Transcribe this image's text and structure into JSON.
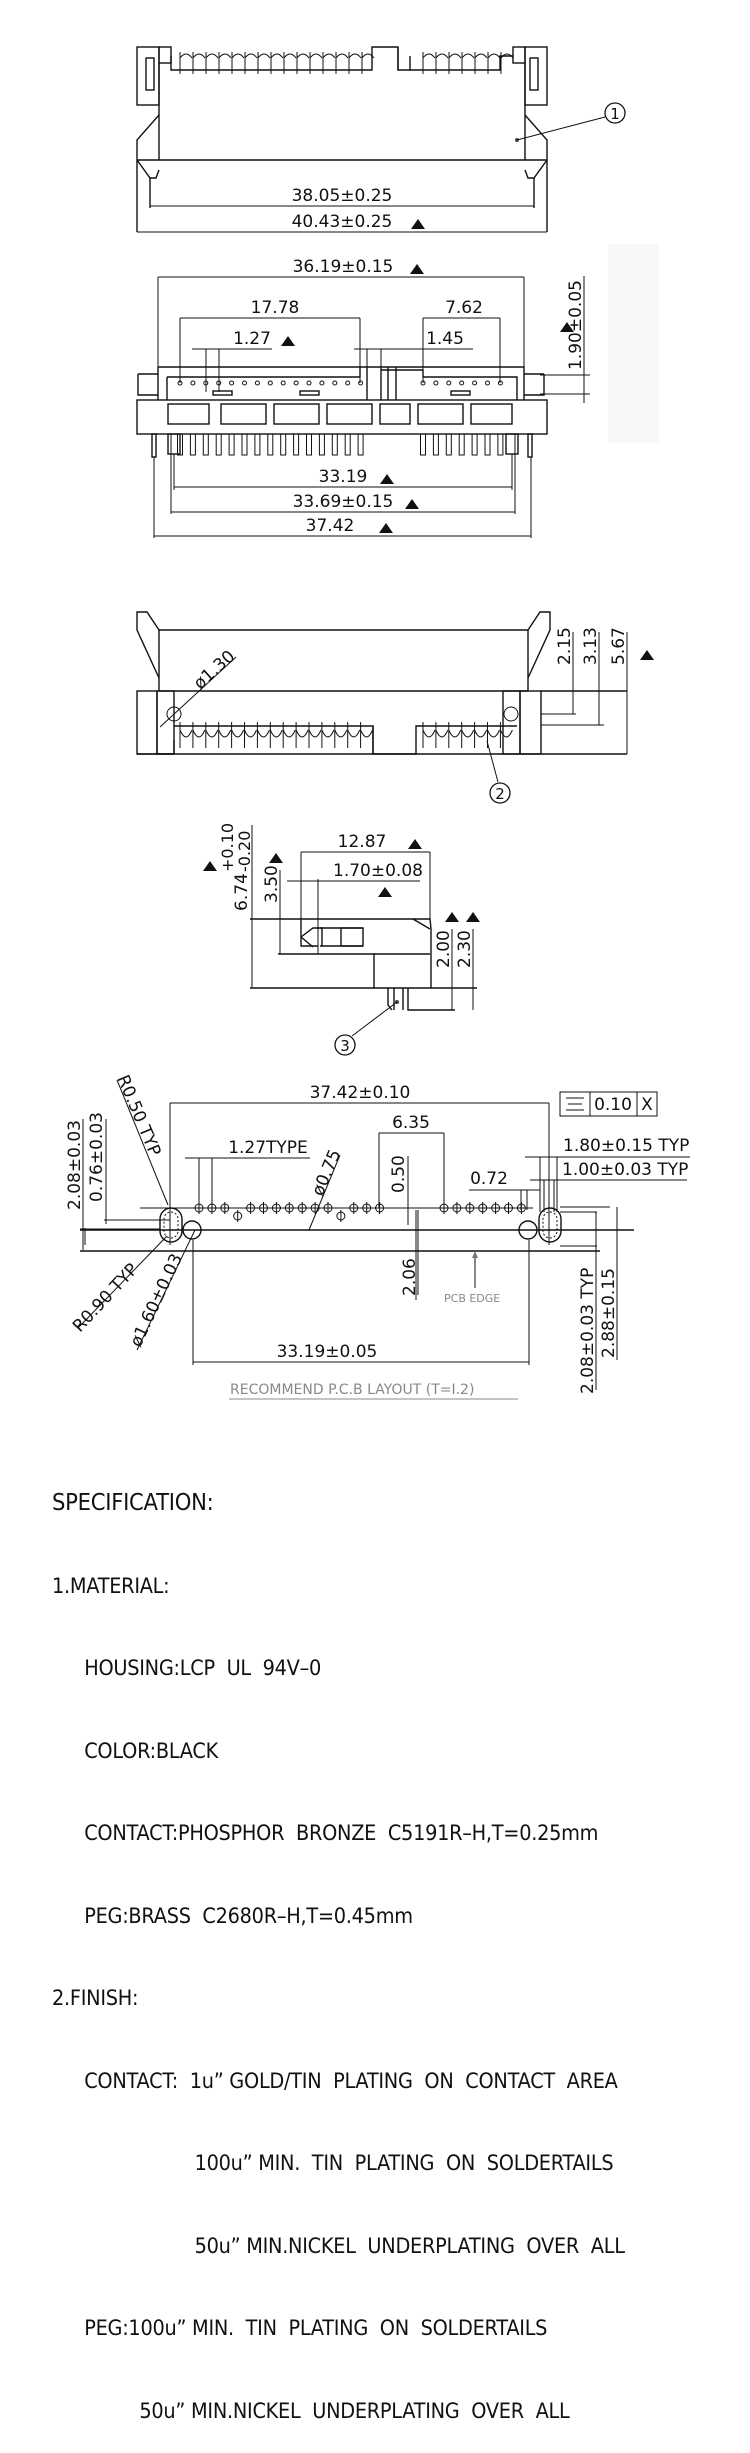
{
  "top_view": {
    "balloon": "1",
    "dims": {
      "inner_width": "38.05±0.25",
      "outer_width": "40.43±0.25"
    }
  },
  "front_view": {
    "dims": {
      "width_36": "36.19±0.15",
      "pitch_span_left": "17.78",
      "pitch_span_right": "7.62",
      "pitch": "1.27",
      "gap": "1.45",
      "height": "1.90±0.05",
      "tail_span": "33.19",
      "body_width": "33.69±0.15",
      "overall": "37.42"
    }
  },
  "bottom_view": {
    "balloon": "2",
    "dims": {
      "hole_dia": "ø1.30",
      "d1": "2.15",
      "d2": "3.13",
      "d3": "5.67"
    }
  },
  "side_view": {
    "balloon": "3",
    "dims": {
      "depth": "12.87",
      "latch": "1.70±0.08",
      "h350": "3.50",
      "height_main": "6.74",
      "tol_plus": "+0.10",
      "tol_minus": "-0.20",
      "d200": "2.00",
      "d230": "2.30"
    }
  },
  "pcb_layout": {
    "title": "RECOMMEND P.C.B LAYOUT (T=I.2)",
    "pcb_edge_label": "PCB EDGE",
    "tolerance_frame": {
      "symbol": "symmetry",
      "value": "0.10",
      "datum": "X"
    },
    "dims": {
      "overall": "37.42±0.10",
      "r050": "R0.50 TYP",
      "d208": "2.08±0.03",
      "d076": "0.76±0.03",
      "pitch": "1.27TYPE",
      "pad_dia": "ø0.75",
      "d635": "6.35",
      "d050": "0.50",
      "d072": "0.72",
      "slot_len": "1.80±0.15  TYP",
      "slot_w": "1.00±0.03  TYP",
      "r090": "R0.90  TYP",
      "hole_dia": "ø1.60±0.03",
      "d206": "2.06",
      "span": "33.19±0.05",
      "d208b": "2.08±0.03  TYP",
      "d288": "2.88±0.15"
    }
  },
  "specification": {
    "title": "SPECIFICATION:",
    "lines": [
      "1.MATERIAL:",
      "HOUSING:LCP  UL  94V–0",
      "COLOR:BLACK",
      "CONTACT:PHOSPHOR  BRONZE  C5191R–H,T=0.25mm",
      "PEG:BRASS  C2680R–H,T=0.45mm",
      "2.FINISH:",
      "CONTACT:  1u” GOLD/TIN  PLATING  ON  CONTACT  AREA",
      "100u” MIN.  TIN  PLATING  ON  SOLDERTAILS",
      "50u” MIN.NICKEL  UNDERPLATING  OVER  ALL",
      "PEG:100u” MIN.  TIN  PLATING  ON  SOLDERTAILS",
      "50u” MIN.NICKEL  UNDERPLATING  OVER  ALL"
    ]
  }
}
